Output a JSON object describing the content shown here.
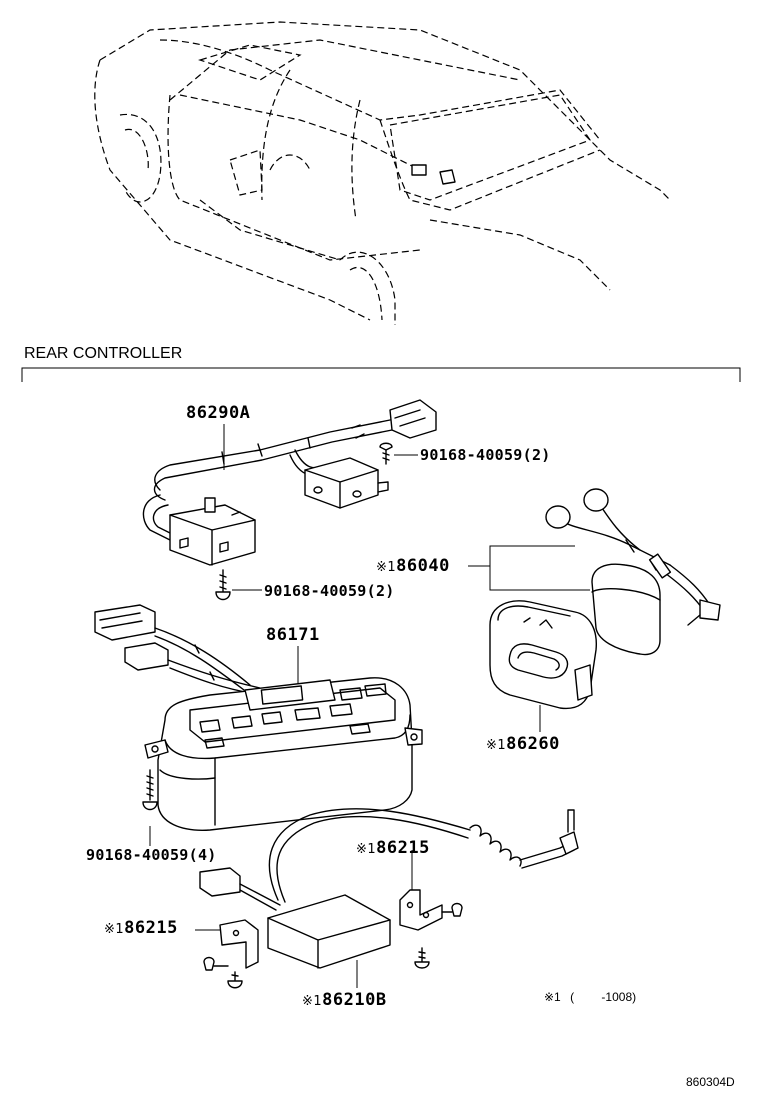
{
  "section_title": "REAR CONTROLLER",
  "parts": {
    "p86290a": "86290A",
    "screw_upper": "90168-40059(2)",
    "screw_lower": "90168-40059(2)",
    "p86040_mark": "※1",
    "p86040": "86040",
    "p86171": "86171",
    "p86260_mark": "※1",
    "p86260": "86260",
    "screw_main": "90168-40059(4)",
    "p86215_right_mark": "※1",
    "p86215_right": "86215",
    "p86215_left_mark": "※1",
    "p86215_left": "86215",
    "p86210b_mark": "※1",
    "p86210b": "86210B"
  },
  "footnote": {
    "mark": "※1",
    "open": "(",
    "range": "-1008)"
  },
  "diagram_code": "860304D",
  "icons": [
    "car-outline-icon",
    "wire-harness-icon",
    "headphones-icon",
    "remote-control-icon",
    "controller-unit-icon",
    "receiver-box-icon",
    "bracket-icon",
    "screw-icon"
  ]
}
